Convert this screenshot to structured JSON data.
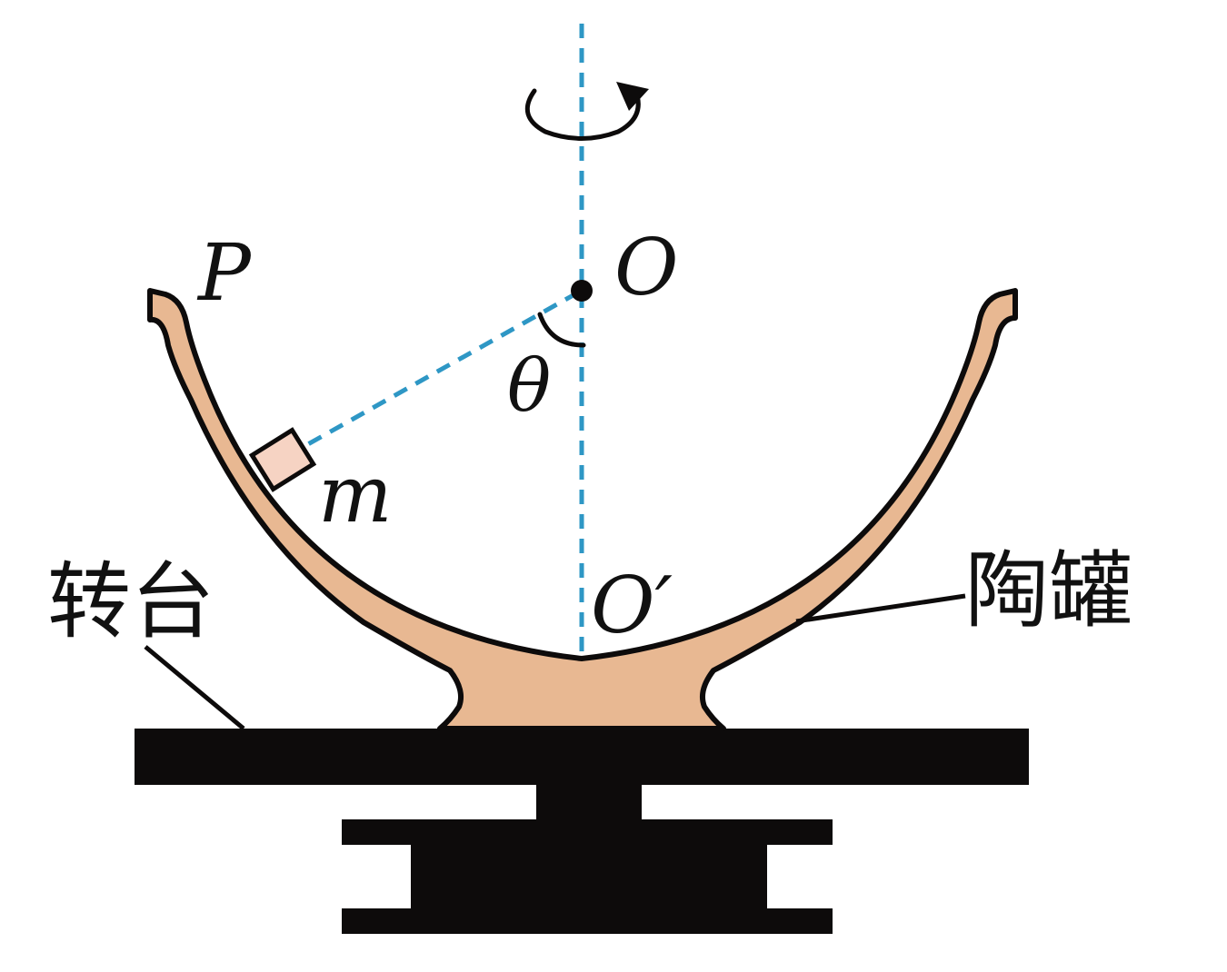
{
  "labels": {
    "p": "P",
    "o": "O",
    "o_prime": "O′",
    "theta": "θ",
    "m": "m",
    "turntable": "转台",
    "jar": "陶罐"
  },
  "colors": {
    "jar_fill": "#E8B892",
    "block_fill": "#F6D3C3",
    "axis_dash": "#2E97C5",
    "ink": "#0D0B0B"
  },
  "icons": {
    "rotation": "rotation-arrow-icon"
  }
}
